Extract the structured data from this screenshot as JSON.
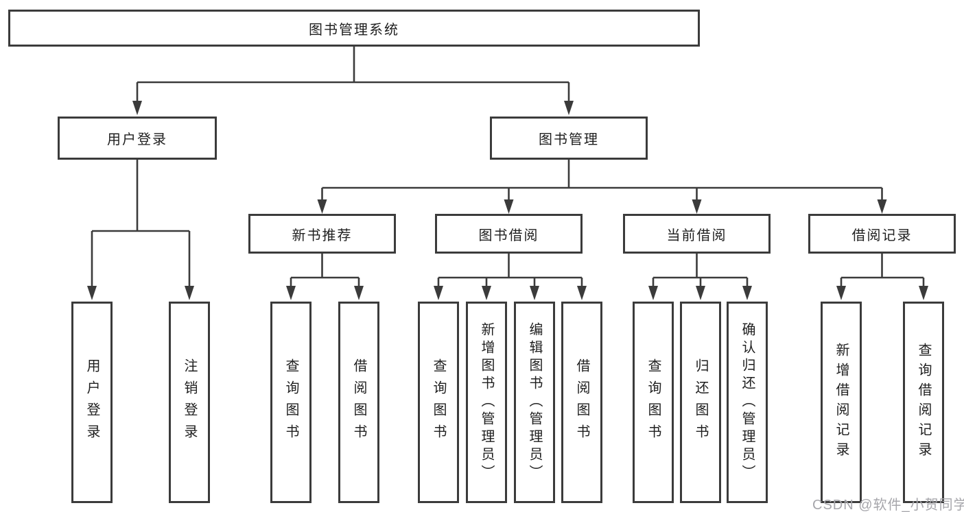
{
  "diagram": {
    "type": "hierarchy-tree",
    "root": {
      "label": "图书管理系统"
    },
    "level2": [
      {
        "id": "user_login",
        "label": "用户登录"
      },
      {
        "id": "book_mgmt",
        "label": "图书管理"
      }
    ],
    "level3": [
      {
        "id": "new_book_rec",
        "label": "新书推荐",
        "parent": "图书管理"
      },
      {
        "id": "book_borrow",
        "label": "图书借阅",
        "parent": "图书管理"
      },
      {
        "id": "current_borrow",
        "label": "当前借阅",
        "parent": "图书管理"
      },
      {
        "id": "borrow_record",
        "label": "借阅记录",
        "parent": "图书管理"
      }
    ],
    "leaves": {
      "user_login_group": [
        {
          "label": "用户登录"
        },
        {
          "label": "注销登录"
        }
      ],
      "new_book_rec_group": [
        {
          "label": "查询图书"
        },
        {
          "label": "借阅图书"
        }
      ],
      "book_borrow_group": [
        {
          "label": "查询图书"
        },
        {
          "label": "新增图书（管理员）"
        },
        {
          "label": "编辑图书（管理员）"
        },
        {
          "label": "借阅图书"
        }
      ],
      "current_borrow_group": [
        {
          "label": "查询图书"
        },
        {
          "label": "归还图书"
        },
        {
          "label": "确认归还（管理员）"
        }
      ],
      "borrow_record_group": [
        {
          "label": "新增借阅记录"
        },
        {
          "label": "查询借阅记录"
        }
      ]
    }
  },
  "watermark": {
    "text": "CSDN @软件_小贺同学"
  },
  "colors": {
    "line": "#3b3b3b",
    "box_border": "#3b3b3b",
    "text": "#1f1f1f",
    "background": "#ffffff",
    "watermark": "#a6a6ab"
  }
}
